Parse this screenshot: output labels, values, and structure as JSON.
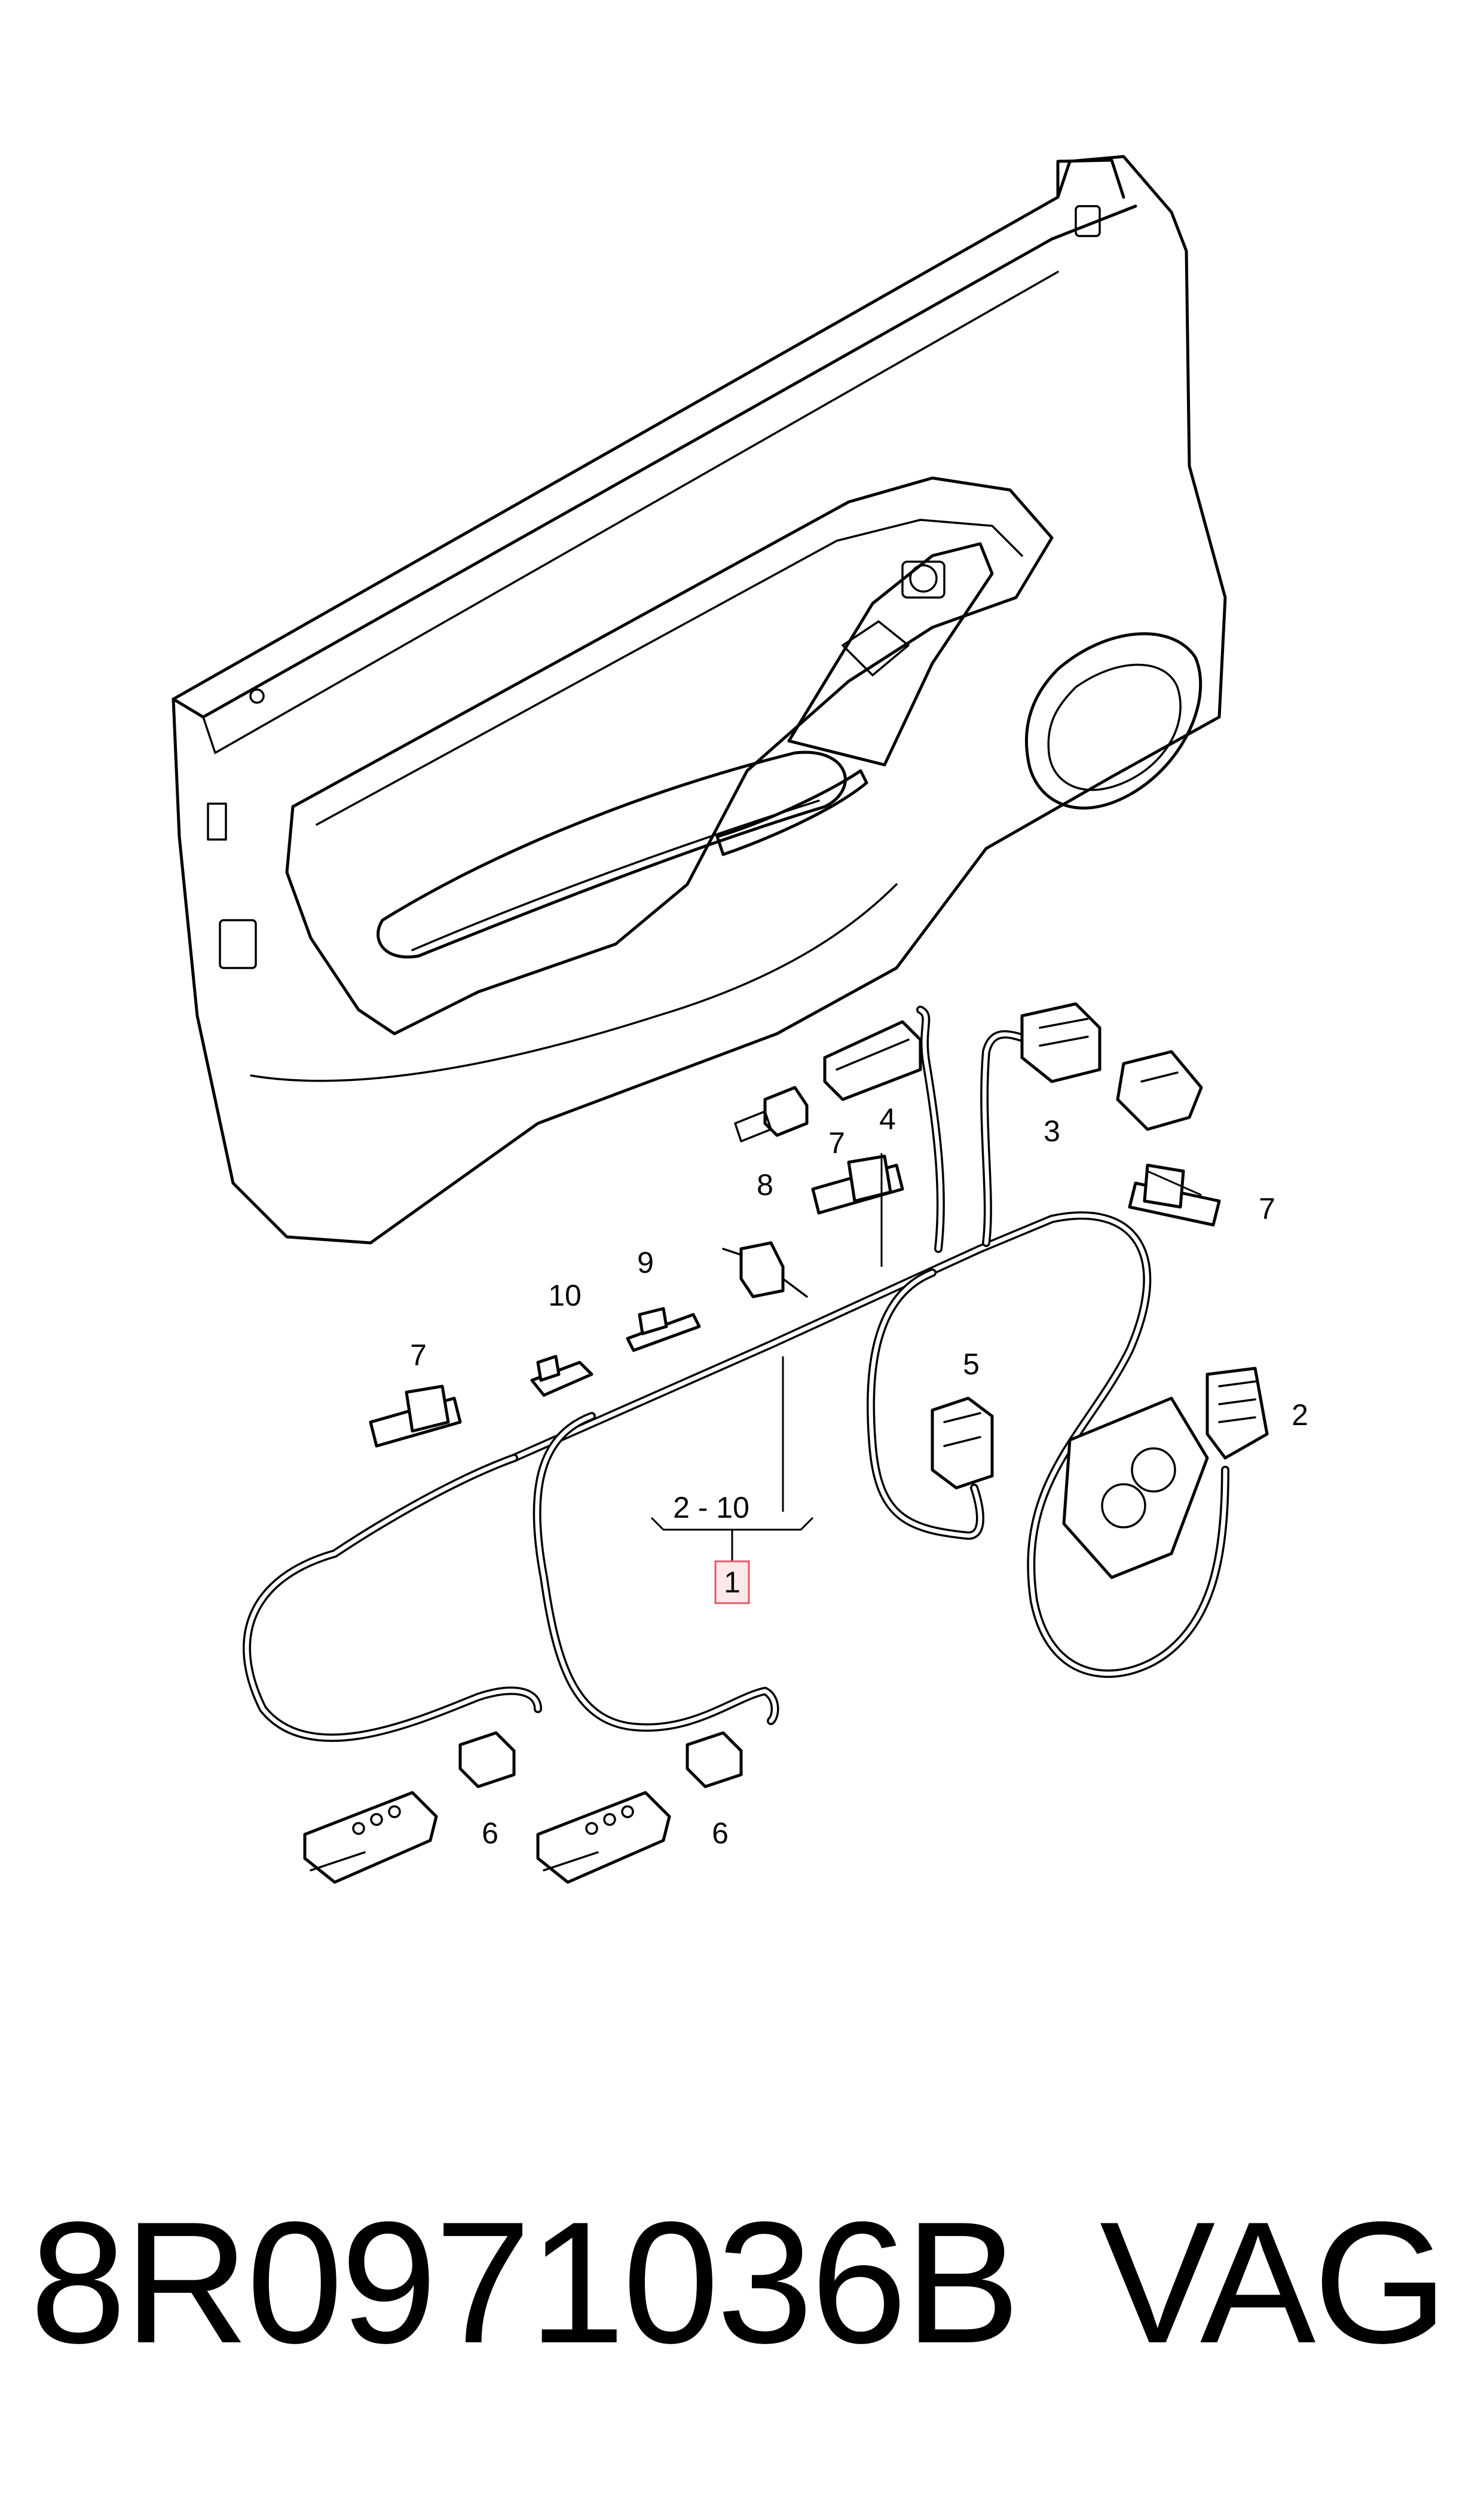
{
  "diagram": {
    "callouts": {
      "main_item": "1",
      "range_label": "2 - 10",
      "c2": "2",
      "c3": "3",
      "c4": "4",
      "c5": "5",
      "c6a": "6",
      "c6b": "6",
      "c7a": "7",
      "c7b": "7",
      "c7c": "7",
      "c8": "8",
      "c9": "9",
      "c10": "10"
    },
    "highlight_color": "#e05a66"
  },
  "footer": {
    "part_number": "8R0971036B",
    "brand": "VAG"
  }
}
